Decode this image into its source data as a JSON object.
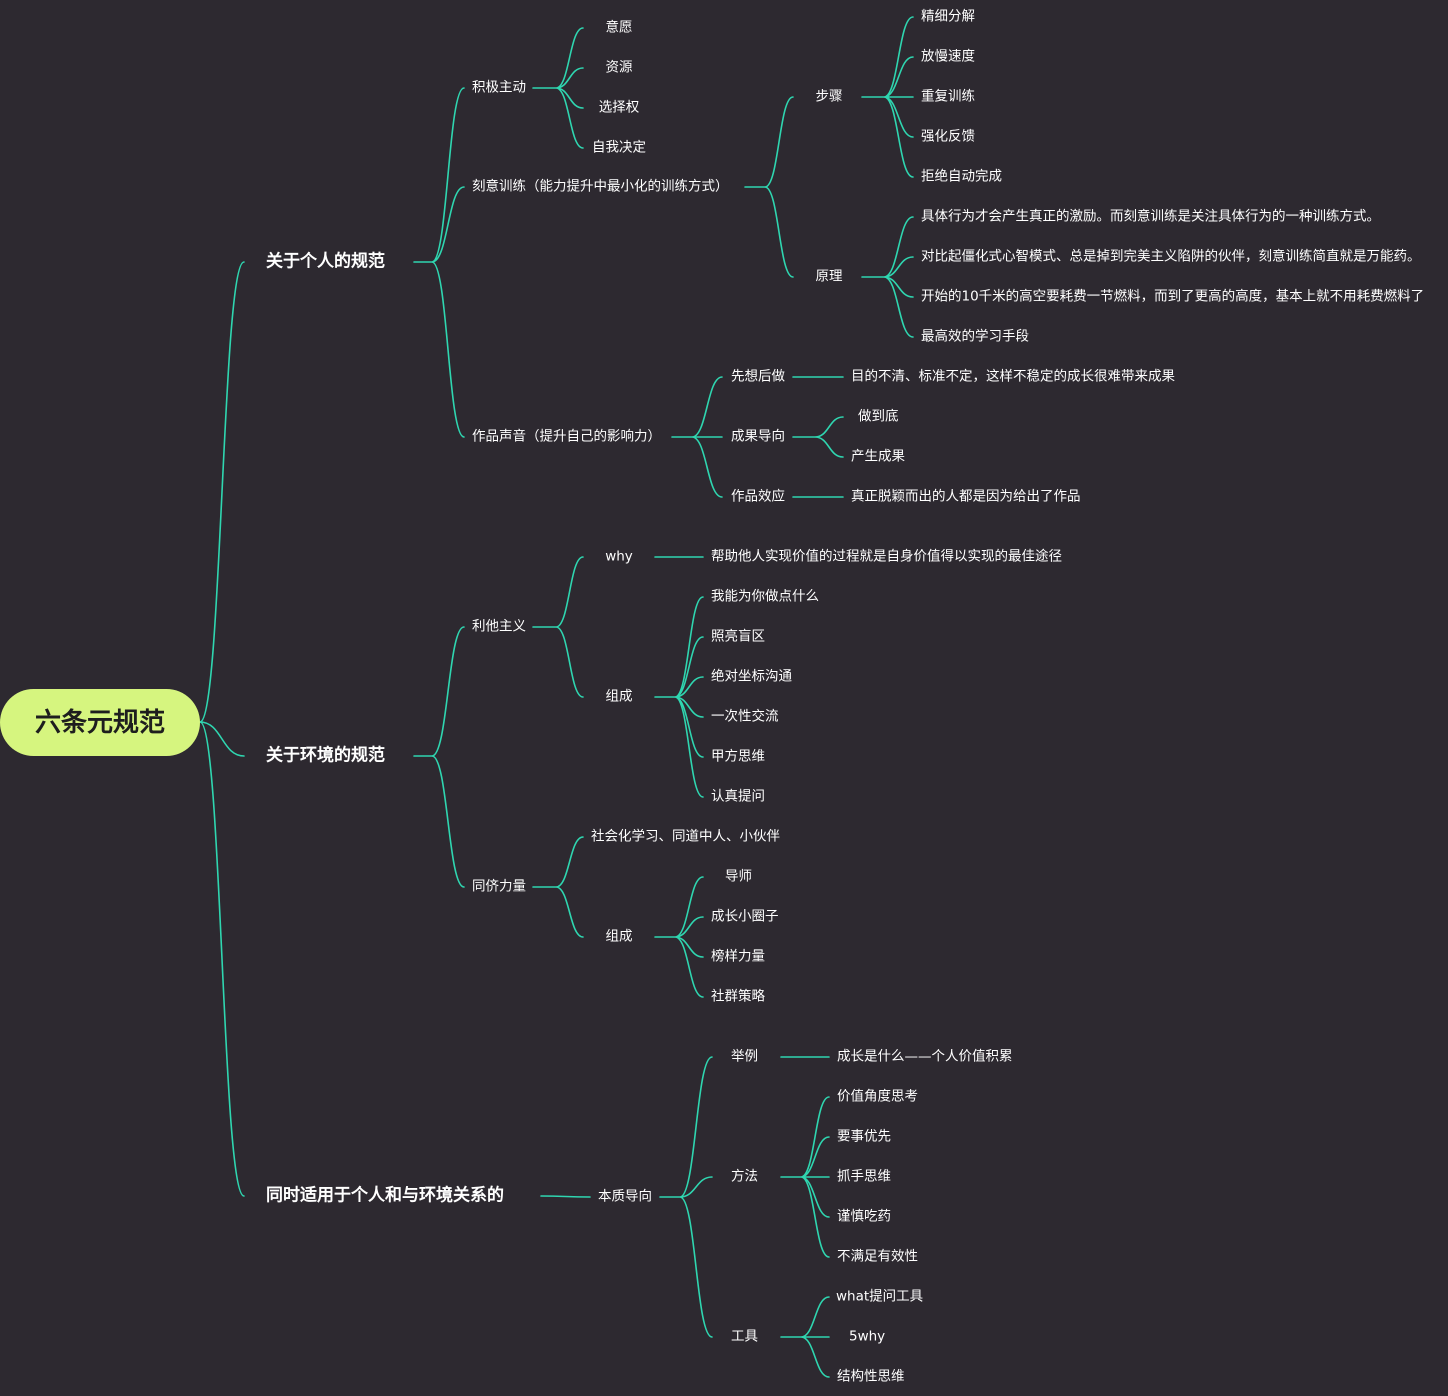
{
  "mindmap": {
    "root": "六条元规范",
    "personal": {
      "label": "关于个人的规范",
      "proactive": {
        "label": "积极主动",
        "items": [
          "意愿",
          "资源",
          "选择权",
          "自我决定"
        ]
      },
      "practice": {
        "label": "刻意训练（能力提升中最小化的训练方式）",
        "steps": {
          "label": "步骤",
          "items": [
            "精细分解",
            "放慢速度",
            "重复训练",
            "强化反馈",
            "拒绝自动完成"
          ]
        },
        "principle": {
          "label": "原理",
          "items": [
            "具体行为才会产生真正的激励。而刻意训练是关注具体行为的一种训练方式。",
            "对比起僵化式心智模式、总是掉到完美主义陷阱的伙伴，刻意训练简直就是万能药。",
            "开始的10千米的高空要耗费一节燃料，而到了更高的高度，基本上就不用耗费燃料了",
            "最高效的学习手段"
          ]
        }
      },
      "works": {
        "label": "作品声音（提升自己的影响力）",
        "think_first": {
          "label": "先想后做",
          "detail": "目的不清、标准不定，这样不稳定的成长很难带来成果"
        },
        "results": {
          "label": "成果导向",
          "items": [
            "做到底",
            "产生成果"
          ]
        },
        "effect": {
          "label": "作品效应",
          "detail": "真正脱颖而出的人都是因为给出了作品"
        }
      }
    },
    "environment": {
      "label": "关于环境的规范",
      "altruism": {
        "label": "利他主义",
        "why": {
          "label": "why",
          "detail": "帮助他人实现价值的过程就是自身价值得以实现的最佳途径"
        },
        "composition": {
          "label": "组成",
          "items": [
            "我能为你做点什么",
            "照亮盲区",
            "绝对坐标沟通",
            "一次性交流",
            "甲方思维",
            "认真提问"
          ]
        }
      },
      "peers": {
        "label": "同侪力量",
        "social": "社会化学习、同道中人、小伙伴",
        "composition": {
          "label": "组成",
          "items": [
            "导师",
            "成长小圈子",
            "榜样力量",
            "社群策略"
          ]
        }
      }
    },
    "both": {
      "label": "同时适用于个人和与环境关系的",
      "essence": {
        "label": "本质导向",
        "example": {
          "label": "举例",
          "detail": "成长是什么——个人价值积累"
        },
        "method": {
          "label": "方法",
          "items": [
            "价值角度思考",
            "要事优先",
            "抓手思维",
            "谨慎吃药",
            "不满足有效性"
          ]
        },
        "tools": {
          "label": "工具",
          "items": [
            "what提问工具",
            "5why",
            "结构性思维"
          ]
        }
      }
    }
  }
}
